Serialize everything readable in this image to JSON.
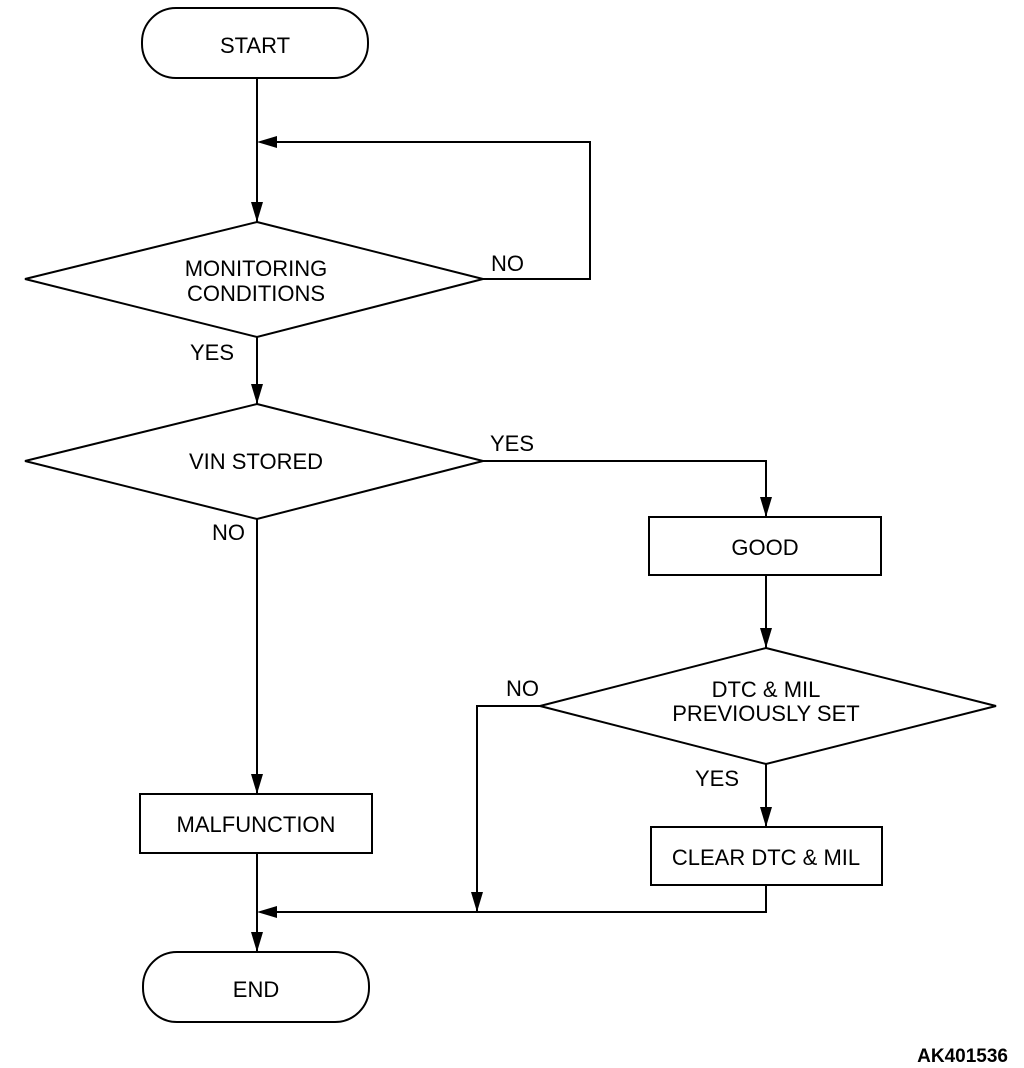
{
  "diagram": {
    "type": "flowchart",
    "nodes": {
      "start": "START",
      "monitoring": [
        "MONITORING",
        "CONDITIONS"
      ],
      "vin_stored": "VIN STORED",
      "good": "GOOD",
      "dtc_mil": [
        "DTC & MIL",
        "PREVIOUSLY SET"
      ],
      "malfunction": "MALFUNCTION",
      "clear": "CLEAR DTC & MIL",
      "end": "END"
    },
    "edge_labels": {
      "monitoring_no": "NO",
      "monitoring_yes": "YES",
      "vin_yes": "YES",
      "vin_no": "NO",
      "dtc_no": "NO",
      "dtc_yes": "YES"
    },
    "reference_code": "AK401536"
  }
}
